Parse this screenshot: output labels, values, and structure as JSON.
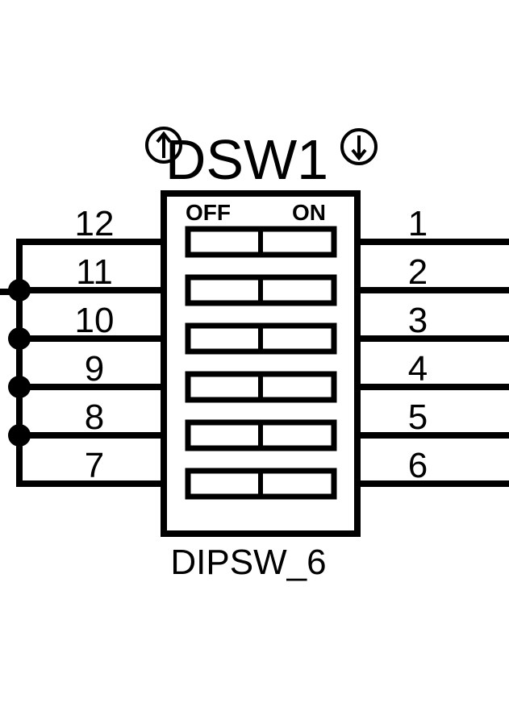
{
  "component": {
    "reference": "DSW1",
    "value": "DIPSW_6",
    "off_label": "OFF",
    "on_label": "ON",
    "left_pins": [
      "12",
      "11",
      "10",
      "9",
      "8",
      "7"
    ],
    "right_pins": [
      "1",
      "2",
      "3",
      "4",
      "5",
      "6"
    ],
    "switch_count": 6,
    "junction_count": 4,
    "icons": [
      "rotate-ccw-icon",
      "arrow-down-circle-icon"
    ]
  }
}
